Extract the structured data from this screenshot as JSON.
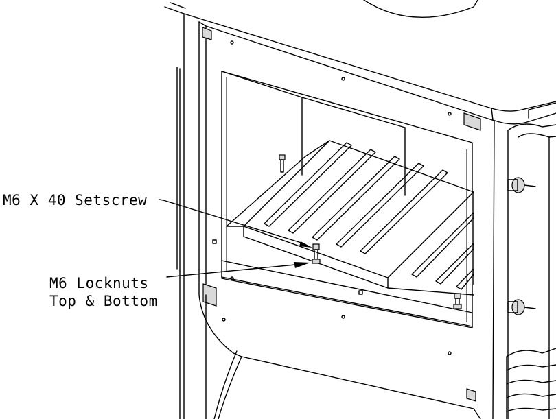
{
  "callouts": {
    "setscrew": "M6 X 40 Setscrew",
    "locknuts_line1": "M6 Locknuts",
    "locknuts_line2": "Top & Bottom"
  }
}
